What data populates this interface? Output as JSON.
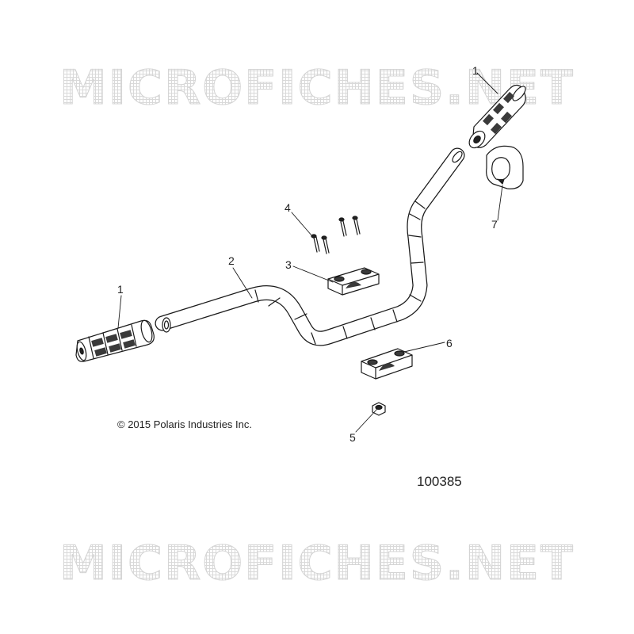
{
  "watermark": {
    "top_text": "MICROFICHES.NET",
    "bottom_text": "MICROFICHES.NET"
  },
  "callouts": {
    "c1_right": "1",
    "c1_left": "1",
    "c2": "2",
    "c3": "3",
    "c4": "4",
    "c5": "5",
    "c6": "6",
    "c7": "7"
  },
  "copyright": "© 2015 Polaris Industries Inc.",
  "diagram_id": "100385",
  "colors": {
    "line": "#1a1a1a",
    "part_fill": "#ffffff",
    "shade": "#3a3a3a",
    "watermark": "#d5d5d5"
  }
}
